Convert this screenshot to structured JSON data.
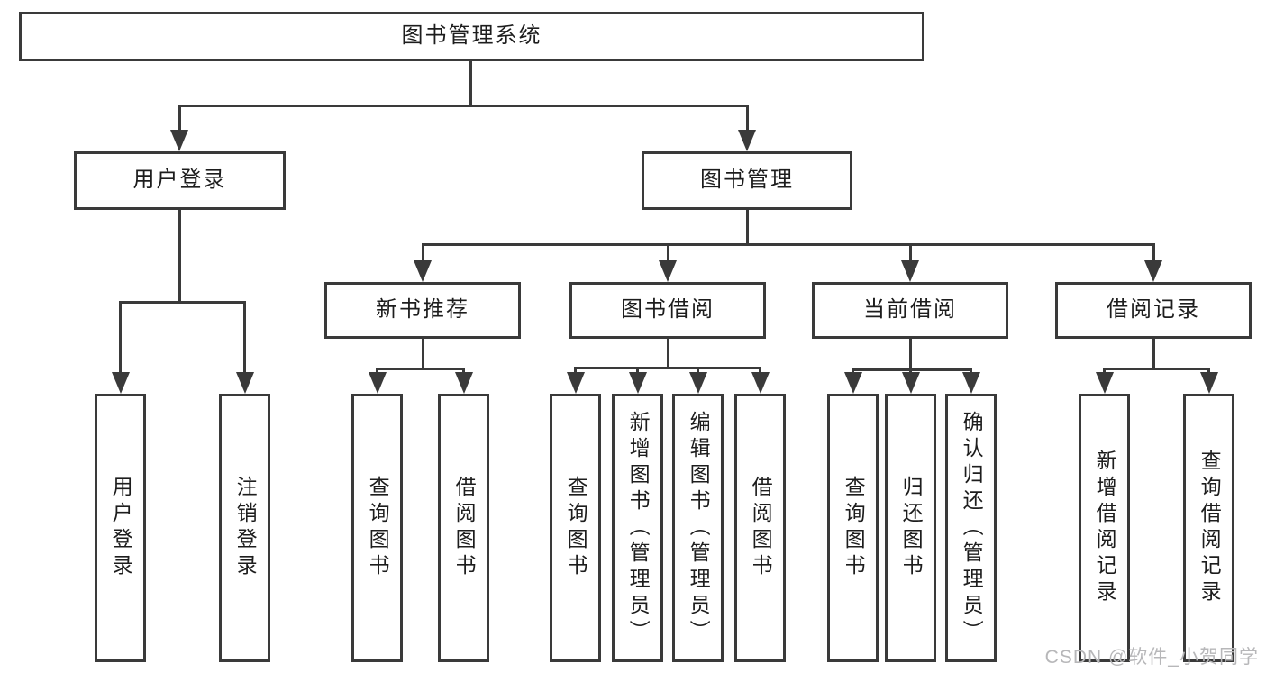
{
  "diagram": {
    "title": "图书管理系统",
    "nodes": [
      {
        "id": "root",
        "label": "图书管理系统"
      },
      {
        "id": "user-login",
        "label": "用户登录"
      },
      {
        "id": "book-management",
        "label": "图书管理"
      },
      {
        "id": "new-book-recommend",
        "label": "新书推荐"
      },
      {
        "id": "book-borrowing",
        "label": "图书借阅"
      },
      {
        "id": "current-borrowing",
        "label": "当前借阅"
      },
      {
        "id": "borrowing-records",
        "label": "借阅记录"
      },
      {
        "id": "leaf-user-login",
        "label": "用户登录"
      },
      {
        "id": "leaf-logout",
        "label": "注销登录"
      },
      {
        "id": "leaf-query-books-new",
        "label": "查询图书"
      },
      {
        "id": "leaf-borrow-books-new",
        "label": "借阅图书"
      },
      {
        "id": "leaf-query-books-borrow",
        "label": "查询图书"
      },
      {
        "id": "leaf-add-books-admin",
        "label": "新增图书（管理员）"
      },
      {
        "id": "leaf-edit-books-admin",
        "label": "编辑图书（管理员）"
      },
      {
        "id": "leaf-borrow-books-borrow",
        "label": "借阅图书"
      },
      {
        "id": "leaf-query-books-current",
        "label": "查询图书"
      },
      {
        "id": "leaf-return-books",
        "label": "归还图书"
      },
      {
        "id": "leaf-confirm-return-admin",
        "label": "确认归还（管理员）"
      },
      {
        "id": "leaf-add-borrow-record",
        "label": "新增借阅记录"
      },
      {
        "id": "leaf-query-borrow-record",
        "label": "查询借阅记录"
      }
    ],
    "edges": [
      [
        "root",
        "user-login"
      ],
      [
        "root",
        "book-management"
      ],
      [
        "user-login",
        "leaf-user-login"
      ],
      [
        "user-login",
        "leaf-logout"
      ],
      [
        "book-management",
        "new-book-recommend"
      ],
      [
        "book-management",
        "book-borrowing"
      ],
      [
        "book-management",
        "current-borrowing"
      ],
      [
        "book-management",
        "borrowing-records"
      ],
      [
        "new-book-recommend",
        "leaf-query-books-new"
      ],
      [
        "new-book-recommend",
        "leaf-borrow-books-new"
      ],
      [
        "book-borrowing",
        "leaf-query-books-borrow"
      ],
      [
        "book-borrowing",
        "leaf-add-books-admin"
      ],
      [
        "book-borrowing",
        "leaf-edit-books-admin"
      ],
      [
        "book-borrowing",
        "leaf-borrow-books-borrow"
      ],
      [
        "current-borrowing",
        "leaf-query-books-current"
      ],
      [
        "current-borrowing",
        "leaf-return-books"
      ],
      [
        "current-borrowing",
        "leaf-confirm-return-admin"
      ],
      [
        "borrowing-records",
        "leaf-add-borrow-record"
      ],
      [
        "borrowing-records",
        "leaf-query-borrow-record"
      ]
    ]
  },
  "colors": {
    "line": "#3a3a3a",
    "box_border": "#3a3a3a",
    "text": "#1d1d1d",
    "background": "#ffffff",
    "watermark": "#b7b7b9"
  },
  "watermark": {
    "text": "CSDN @软件_小贺同学"
  }
}
